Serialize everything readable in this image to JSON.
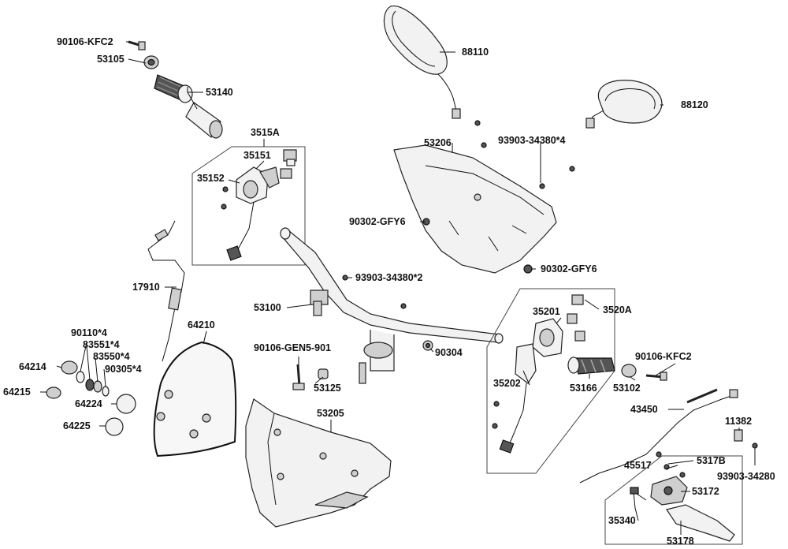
{
  "labels": {
    "p90106_KFC2_top": "90106-KFC2",
    "p53105": "53105",
    "p53140": "53140",
    "p3515A": "3515A",
    "p35151": "35151",
    "p35152": "35152",
    "p17910": "17910",
    "p88110": "88110",
    "p88120": "88120",
    "p53206": "53206",
    "p93903_34380x4": "93903-34380*4",
    "p90302_GFY6_a": "90302-GFY6",
    "p90302_GFY6_b": "90302-GFY6",
    "p93903_34380x2": "93903-34380*2",
    "p53100": "53100",
    "p90304": "90304",
    "p90106_GEN5_901": "90106-GEN5-901",
    "p53125": "53125",
    "p90110x4": "90110*4",
    "p83551x4": "83551*4",
    "p83550x4": "83550*4",
    "p90305x4": "90305*4",
    "p64214": "64214",
    "p64215": "64215",
    "p64224": "64224",
    "p64225": "64225",
    "p64210": "64210",
    "p53205": "53205",
    "p35201": "35201",
    "p3520A": "3520A",
    "p35202": "35202",
    "p53166": "53166",
    "p53102": "53102",
    "p90106_KFC2_right": "90106-KFC2",
    "p43450": "43450",
    "p11382": "11382",
    "p5317B": "5317B",
    "p45517": "45517",
    "p93903_34280": "93903-34280",
    "p53172": "53172",
    "p35340": "35340",
    "p53178": "53178"
  }
}
